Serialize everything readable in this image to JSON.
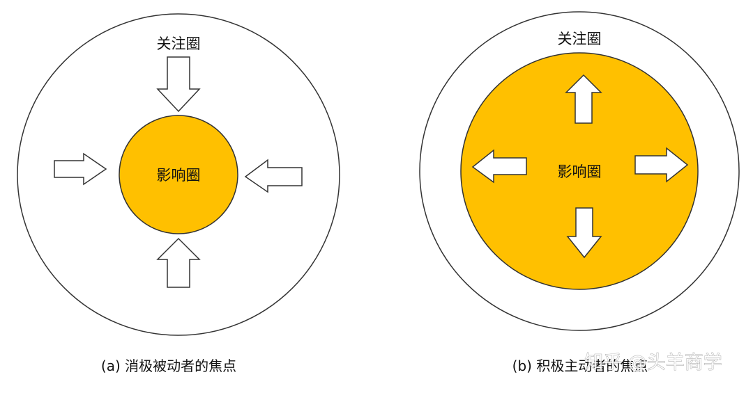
{
  "colors": {
    "influence_fill": "#FFC000",
    "stroke": "#333333",
    "arrow_fill": "#ffffff",
    "background": "#ffffff"
  },
  "panel_a": {
    "outer_label": "关注圈",
    "inner_label": "影响圈",
    "caption": "(a) 消极被动者的焦点",
    "arrow_direction": "inward"
  },
  "panel_b": {
    "outer_label": "关注圈",
    "inner_label": "影响圈",
    "caption": "(b) 积极主动者的焦点",
    "arrow_direction": "outward"
  },
  "watermark": "知乎 @头羊商学"
}
